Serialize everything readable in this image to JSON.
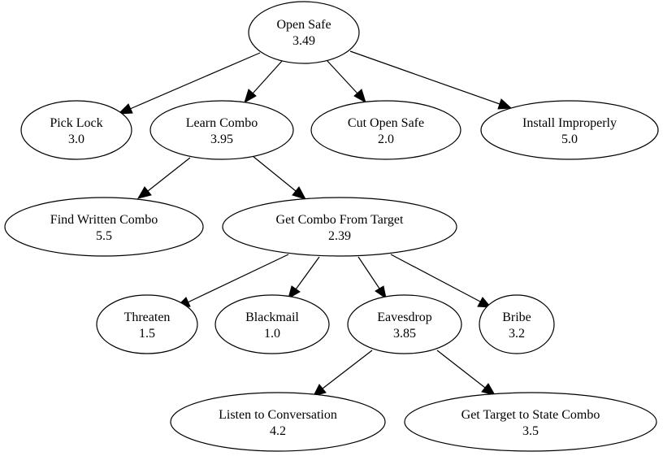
{
  "nodes": [
    {
      "id": "open-safe",
      "label": "Open Safe",
      "value": "3.49"
    },
    {
      "id": "pick-lock",
      "label": "Pick Lock",
      "value": "3.0"
    },
    {
      "id": "learn-combo",
      "label": "Learn Combo",
      "value": "3.95"
    },
    {
      "id": "cut-open-safe",
      "label": "Cut Open Safe",
      "value": "2.0"
    },
    {
      "id": "install-improperly",
      "label": "Install Improperly",
      "value": "5.0"
    },
    {
      "id": "find-written-combo",
      "label": "Find Written Combo",
      "value": "5.5"
    },
    {
      "id": "get-combo-from-target",
      "label": "Get Combo From Target",
      "value": "2.39"
    },
    {
      "id": "threaten",
      "label": "Threaten",
      "value": "1.5"
    },
    {
      "id": "blackmail",
      "label": "Blackmail",
      "value": "1.0"
    },
    {
      "id": "eavesdrop",
      "label": "Eavesdrop",
      "value": "3.85"
    },
    {
      "id": "bribe",
      "label": "Bribe",
      "value": "3.2"
    },
    {
      "id": "listen-to-conversation",
      "label": "Listen to Conversation",
      "value": "4.2"
    },
    {
      "id": "get-target-to-state-combo",
      "label": "Get Target to State Combo",
      "value": "3.5"
    }
  ],
  "edges": [
    {
      "from": "open-safe",
      "to": "pick-lock"
    },
    {
      "from": "open-safe",
      "to": "learn-combo"
    },
    {
      "from": "open-safe",
      "to": "cut-open-safe"
    },
    {
      "from": "open-safe",
      "to": "install-improperly"
    },
    {
      "from": "learn-combo",
      "to": "find-written-combo"
    },
    {
      "from": "learn-combo",
      "to": "get-combo-from-target"
    },
    {
      "from": "get-combo-from-target",
      "to": "threaten"
    },
    {
      "from": "get-combo-from-target",
      "to": "blackmail"
    },
    {
      "from": "get-combo-from-target",
      "to": "eavesdrop"
    },
    {
      "from": "get-combo-from-target",
      "to": "bribe"
    },
    {
      "from": "eavesdrop",
      "to": "listen-to-conversation"
    },
    {
      "from": "eavesdrop",
      "to": "get-target-to-state-combo"
    }
  ]
}
